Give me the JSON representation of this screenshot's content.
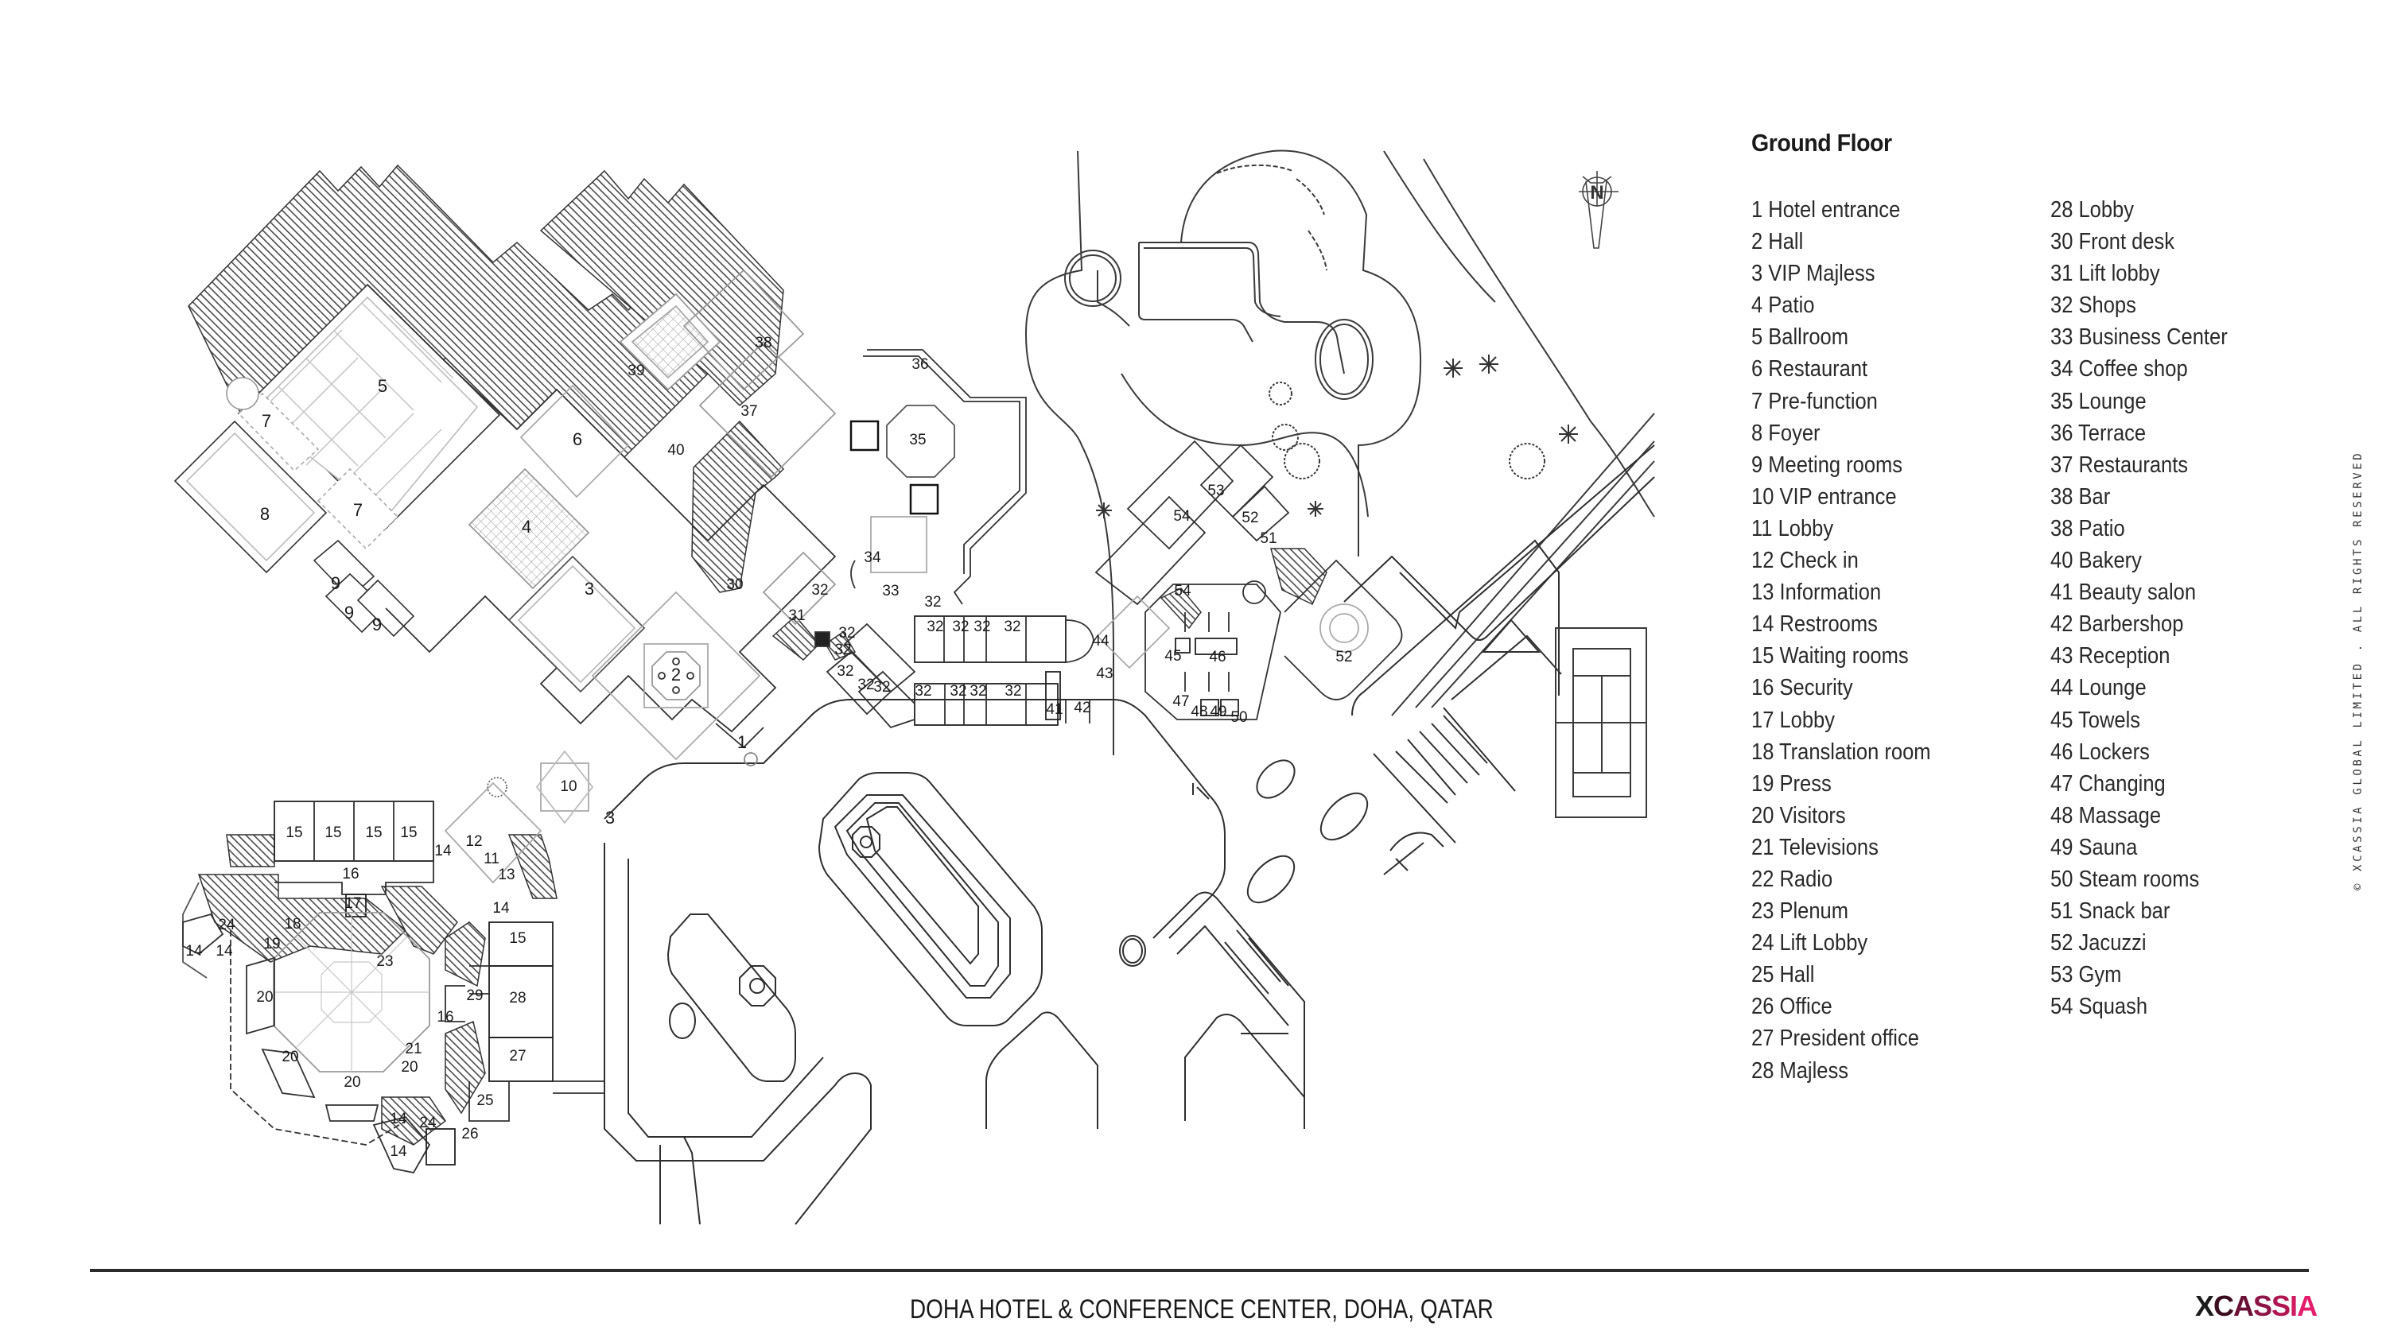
{
  "drawing": {
    "title": "Ground Floor",
    "project": "DOHA HOTEL & CONFERENCE CENTER, DOHA, QATAR",
    "brand": "XCASSIA",
    "copyright": "© XCASSIA GLOBAL LIMITED . ALL RIGHTS RESERVED",
    "north_label": "N",
    "colors": {
      "brand_dark": "#1c1c1c",
      "brand_accent": "#e31c6b",
      "line": "#2b2b2b",
      "hatch": "#555555"
    }
  },
  "legend": {
    "column1": [
      "1 Hotel entrance",
      "2 Hall",
      "3 VIP Majless",
      "4 Patio",
      "5 Ballroom",
      "6 Restaurant",
      "7 Pre-function",
      "8 Foyer",
      "9 Meeting rooms",
      "10 VIP entrance",
      "11 Lobby",
      "12 Check in",
      "13 Information",
      "14 Restrooms",
      "15 Waiting rooms",
      "16 Security",
      "17 Lobby",
      "18 Translation room",
      "19 Press",
      "20 Visitors",
      "21 Televisions",
      "22 Radio",
      "23 Plenum",
      "24 Lift Lobby",
      "25 Hall",
      "26 Office",
      "27 President office",
      "28 Majless"
    ],
    "column2": [
      "28 Lobby",
      "30 Front desk",
      "31 Lift lobby",
      "32 Shops",
      "33 Business Center",
      "34 Coffee shop",
      "35 Lounge",
      "36 Terrace",
      "37 Restaurants",
      "38 Bar",
      "38 Patio",
      "40 Bakery",
      "41 Beauty salon",
      "42 Barbershop",
      "43 Reception",
      "44 Lounge",
      "45 Towels",
      "46 Lockers",
      "47 Changing",
      "48 Massage",
      "49 Sauna",
      "50 Steam rooms",
      "51 Snack bar",
      "52 Jacuzzi",
      "53 Gym",
      "54 Squash"
    ]
  },
  "room_labels": [
    "5",
    "7",
    "7",
    "8",
    "9",
    "9",
    "9",
    "6",
    "4",
    "3",
    "2",
    "1",
    "10",
    "3",
    "39",
    "38",
    "37",
    "40",
    "30",
    "31",
    "32",
    "32",
    "32",
    "32",
    "36",
    "35",
    "34",
    "33",
    "32",
    "32",
    "32",
    "32",
    "32",
    "32",
    "32",
    "32",
    "32",
    "32",
    "32",
    "44",
    "43",
    "41",
    "42",
    "54",
    "54",
    "53",
    "52",
    "51",
    "45",
    "46",
    "47",
    "48",
    "49",
    "50",
    "52",
    "15",
    "15",
    "15",
    "15",
    "14",
    "12",
    "11",
    "13",
    "16",
    "17",
    "14",
    "24",
    "14",
    "14",
    "18",
    "19",
    "23",
    "20",
    "20",
    "20",
    "20",
    "21",
    "15",
    "29",
    "28",
    "16",
    "27",
    "25",
    "24",
    "14",
    "14",
    "26"
  ]
}
